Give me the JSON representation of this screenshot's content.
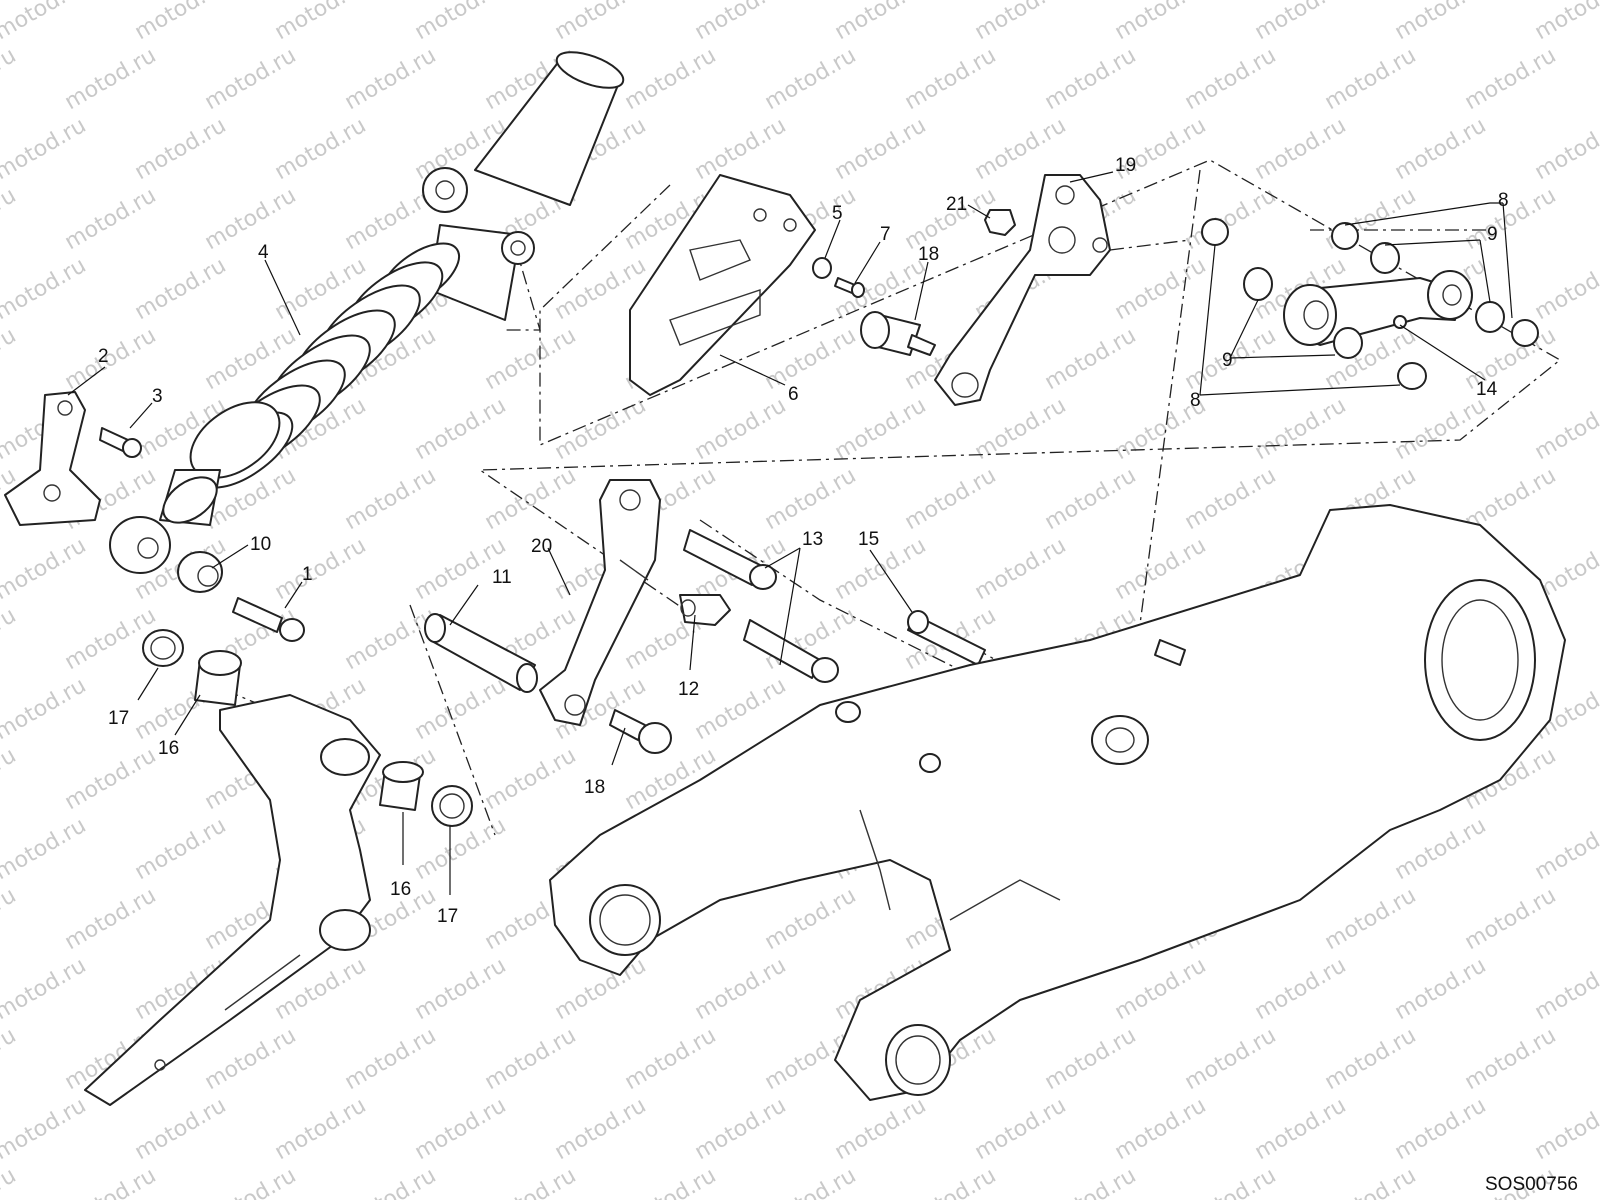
{
  "diagram": {
    "watermark_text": "motod.ru",
    "code": "SOS00756",
    "callouts": [
      {
        "id": "c1",
        "text": "1"
      },
      {
        "id": "c2",
        "text": "2"
      },
      {
        "id": "c3",
        "text": "3"
      },
      {
        "id": "c4",
        "text": "4"
      },
      {
        "id": "c5",
        "text": "5"
      },
      {
        "id": "c6",
        "text": "6"
      },
      {
        "id": "c7",
        "text": "7"
      },
      {
        "id": "c8a",
        "text": "8"
      },
      {
        "id": "c8b",
        "text": "8"
      },
      {
        "id": "c9a",
        "text": "9"
      },
      {
        "id": "c9b",
        "text": "9"
      },
      {
        "id": "c10",
        "text": "10"
      },
      {
        "id": "c11",
        "text": "11"
      },
      {
        "id": "c12",
        "text": "12"
      },
      {
        "id": "c13",
        "text": "13"
      },
      {
        "id": "c14",
        "text": "14"
      },
      {
        "id": "c15",
        "text": "15"
      },
      {
        "id": "c16a",
        "text": "16"
      },
      {
        "id": "c16b",
        "text": "16"
      },
      {
        "id": "c17a",
        "text": "17"
      },
      {
        "id": "c17b",
        "text": "17"
      },
      {
        "id": "c18a",
        "text": "18"
      },
      {
        "id": "c18b",
        "text": "18"
      },
      {
        "id": "c19",
        "text": "19"
      },
      {
        "id": "c20",
        "text": "20"
      },
      {
        "id": "c21",
        "text": "21"
      }
    ]
  }
}
